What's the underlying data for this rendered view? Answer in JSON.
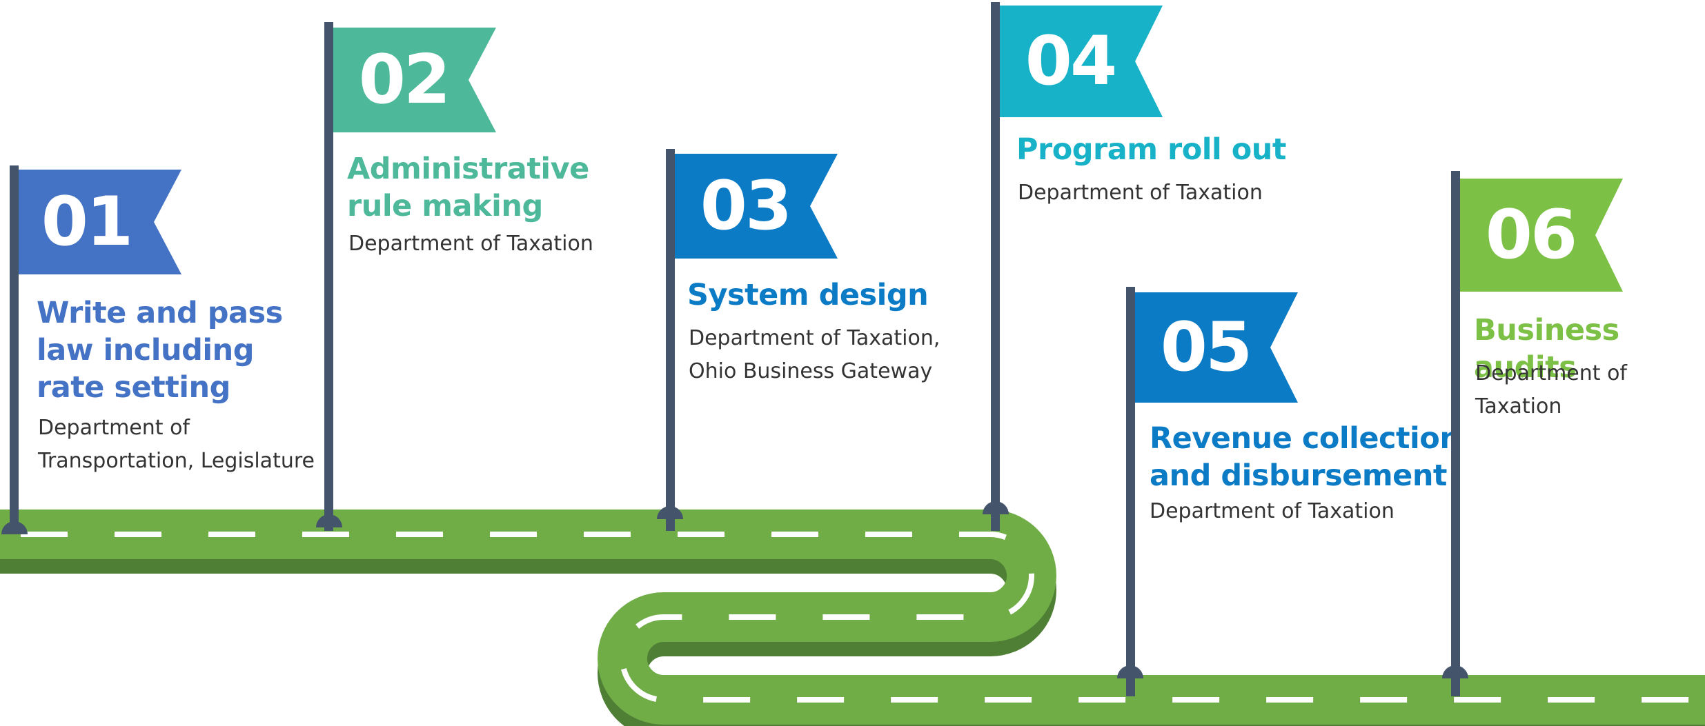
{
  "colors": {
    "road": "#70ad47",
    "road_shadow": "#4e7f35",
    "road_dash": "#ffffff",
    "pole": "#44546a",
    "text": "#333333"
  },
  "milestones": [
    {
      "number": "01",
      "title": "Write and pass\nlaw including\nrate setting",
      "subtitle": "Department of\nTransportation, Legislature",
      "color": "#4472c4"
    },
    {
      "number": "02",
      "title": "Administrative\nrule making",
      "subtitle": "Department of Taxation",
      "color": "#4db89a"
    },
    {
      "number": "03",
      "title": "System design",
      "subtitle": "Department of Taxation,\nOhio Business Gateway",
      "color": "#0b7bc5"
    },
    {
      "number": "04",
      "title": "Program roll out",
      "subtitle": "Department of Taxation",
      "color": "#17b2c7"
    },
    {
      "number": "05",
      "title": "Revenue collection\nand disbursement",
      "subtitle": "Department of Taxation",
      "color": "#0b7bc5"
    },
    {
      "number": "06",
      "title": "Business audits",
      "subtitle": "Department of Taxation",
      "color": "#7cc046"
    }
  ]
}
